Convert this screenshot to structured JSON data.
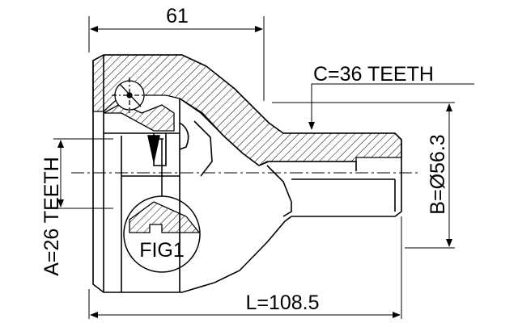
{
  "labels": {
    "dim_top": "61",
    "c_teeth": "C=36 TEETH",
    "a_teeth": "A=26 TEETH",
    "b_diameter": "B=Ø56.3",
    "length": "L=108.5",
    "fig": "FIG1"
  }
}
